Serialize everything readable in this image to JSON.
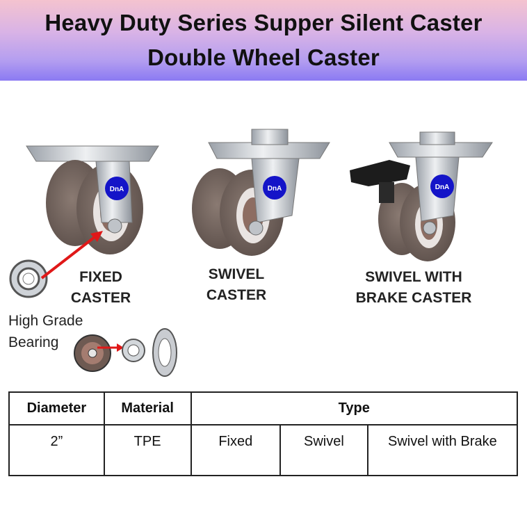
{
  "header": {
    "line1": "Heavy Duty Series Supper Silent Caster",
    "line2": "Double Wheel Caster"
  },
  "products": [
    {
      "line1": "FIXED",
      "line2": "CASTER",
      "badge": "DnA"
    },
    {
      "line1": "SWIVEL",
      "line2": "CASTER",
      "badge": "DnA"
    },
    {
      "line1": "SWIVEL WITH",
      "line2": "BRAKE CASTER",
      "badge": "DnA"
    }
  ],
  "bearing_note": {
    "line1": "High Grade",
    "line2": "Bearing"
  },
  "table": {
    "headers": {
      "diameter": "Diameter",
      "material": "Material",
      "type": "Type"
    },
    "row": {
      "diameter": "2”",
      "material": "TPE",
      "type_fixed": "Fixed",
      "type_swivel": "Swivel",
      "type_brake": "Swivel with Brake"
    }
  },
  "colors": {
    "badge": "#1414c8",
    "arrow": "#e01818",
    "wheel": "#7a6a63",
    "metal": "#c9ccd1"
  }
}
